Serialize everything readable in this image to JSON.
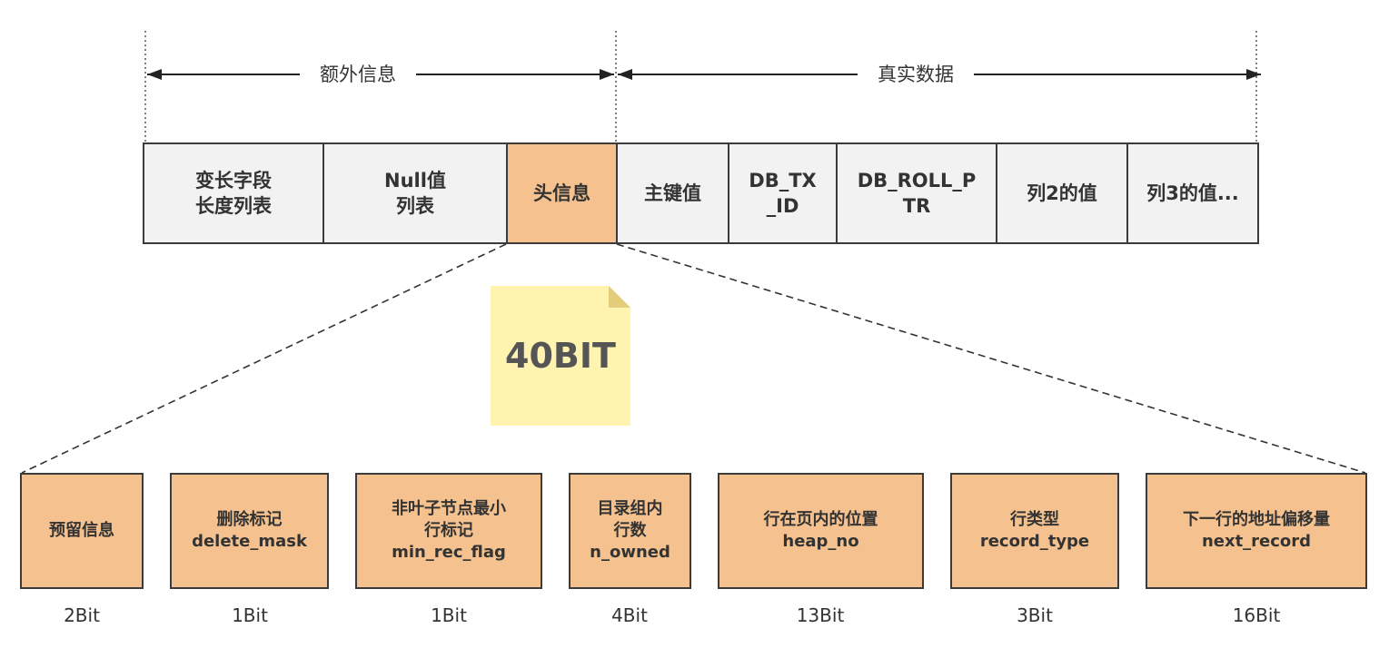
{
  "header": {
    "extra_info": "额外信息",
    "real_data": "真实数据"
  },
  "row": [
    {
      "label": "变长字段\n长度列表"
    },
    {
      "label": "Null值\n列表"
    },
    {
      "label": "头信息"
    },
    {
      "label": "主键值"
    },
    {
      "label": "DB_TX\n_ID"
    },
    {
      "label": "DB_ROLL_P\nTR"
    },
    {
      "label": "列2的值"
    },
    {
      "label": "列3的值..."
    }
  ],
  "note": {
    "text": "40BIT"
  },
  "fields": [
    {
      "label": "预留信息",
      "bits": "2Bit"
    },
    {
      "label": "删除标记\ndelete_mask",
      "bits": "1Bit"
    },
    {
      "label": "非叶子节点最小\n行标记\nmin_rec_flag",
      "bits": "1Bit"
    },
    {
      "label": "目录组内\n行数\nn_owned",
      "bits": "4Bit"
    },
    {
      "label": "行在页内的位置\nheap_no",
      "bits": "13Bit"
    },
    {
      "label": "行类型\nrecord_type",
      "bits": "3Bit"
    },
    {
      "label": "下一行的地址偏移量\nnext_record",
      "bits": "16Bit"
    }
  ],
  "colors": {
    "highlight": "#f5c28f",
    "cell": "#f2f2f2",
    "note": "#fff3b0",
    "border": "#3b3b3b"
  }
}
